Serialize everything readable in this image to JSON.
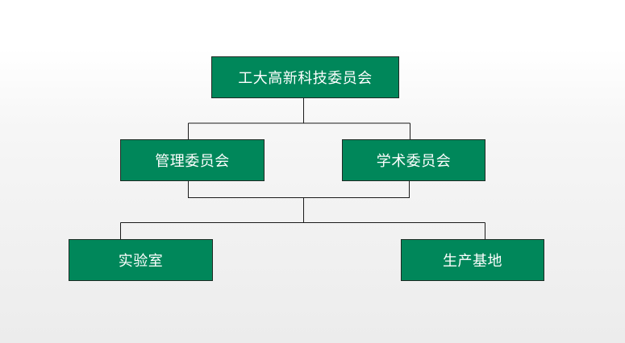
{
  "colors": {
    "box_fill": "#00875A",
    "connector": "#1a1a1a",
    "text": "#ffffff"
  },
  "nodes": {
    "root": {
      "label": "工大高新科技委员会"
    },
    "management": {
      "label": "管理委员会"
    },
    "academic": {
      "label": "学术委员会"
    },
    "lab": {
      "label": "实验室"
    },
    "production_base": {
      "label": "生产基地"
    }
  }
}
